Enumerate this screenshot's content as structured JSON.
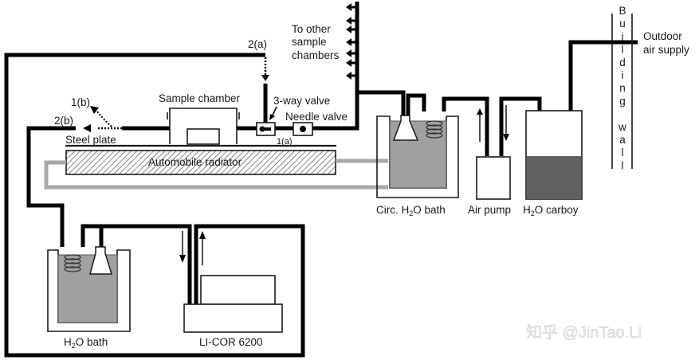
{
  "diagram": {
    "labels": {
      "to_other": [
        "To other",
        "sample",
        "chambers"
      ],
      "label_2a": "2(a)",
      "label_1b": "1(b)",
      "label_2b": "2(b)",
      "label_1a": "1(a)",
      "sample_chamber": "Sample chamber",
      "three_way_valve": "3-way valve",
      "needle_valve": "Needle valve",
      "steel_plate": "Steel plate",
      "radiator": "Automobile radiator",
      "circ_bath_pre": "Circ. H",
      "circ_bath_sub": "2",
      "circ_bath_post": "O bath",
      "air_pump": "Air pump",
      "carboy_pre": "H",
      "carboy_sub": "2",
      "carboy_post": "O carboy",
      "outdoor": [
        "Outdoor",
        "air supply"
      ],
      "building_wall_letters": [
        "B",
        "u",
        "i",
        "l",
        "d",
        "i",
        "n",
        "g",
        "",
        "w",
        "a",
        "l",
        "l"
      ],
      "bath_pre": "H",
      "bath_sub": "2",
      "bath_post": "O bath",
      "licor": "LI-COR 6200"
    },
    "watermark": "知乎 @JinTao.Li",
    "colors": {
      "pipe": "#000000",
      "coolant_pipe": "#a8a8a8",
      "water": "#a0a0a0",
      "carboy_water": "#606060"
    }
  }
}
